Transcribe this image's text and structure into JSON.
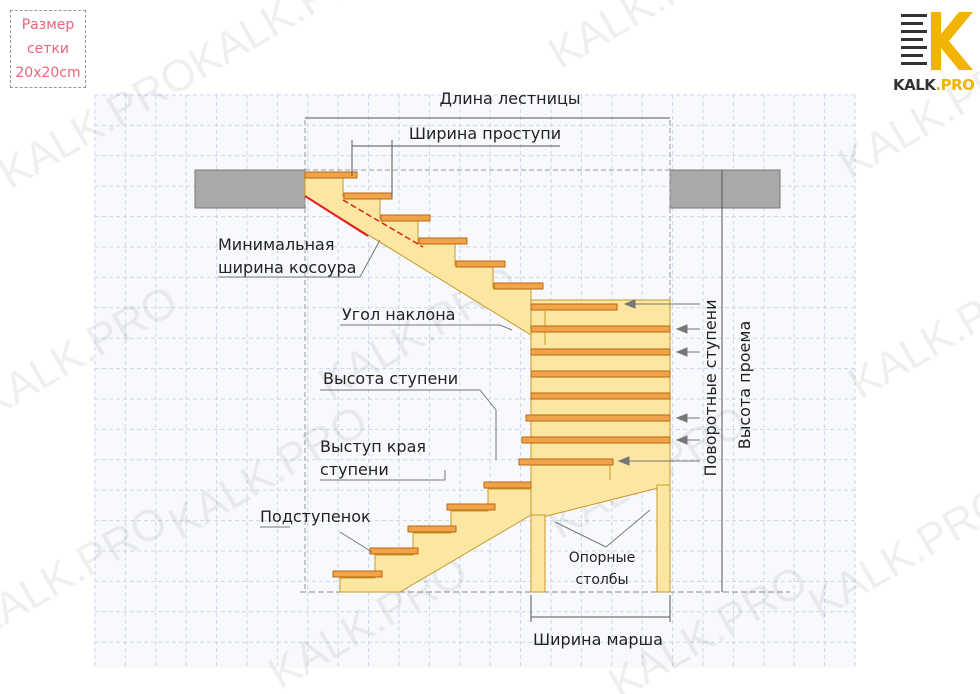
{
  "grid_note": {
    "line1": "Размер",
    "line2": "сетки",
    "line3": "20x20cm"
  },
  "logo": {
    "brand": "KALK",
    "suffix": ".PRO"
  },
  "watermark": "KALK.PRO",
  "labels": {
    "stair_length": "Длина лестницы",
    "tread_width": "Ширина проступи",
    "min_stringer_width_1": "Минимальная",
    "min_stringer_width_2": "ширина косоура",
    "slope_angle": "Угол наклона",
    "step_height": "Высота ступени",
    "nosing_1": "Выступ края",
    "nosing_2": "ступени",
    "riser": "Подступенок",
    "support_posts_1": "Опорные",
    "support_posts_2": "столбы",
    "flight_width": "Ширина марша",
    "winder_steps": "Поворотные ступени",
    "opening_height": "Высота проема"
  },
  "colors": {
    "tread": "#f2a34a",
    "wood": "#fbe7a1",
    "slab": "#a9a9a9",
    "stringer_min": "#e02020",
    "grid_note": "#e8647a",
    "logo_accent": "#f1b400"
  }
}
